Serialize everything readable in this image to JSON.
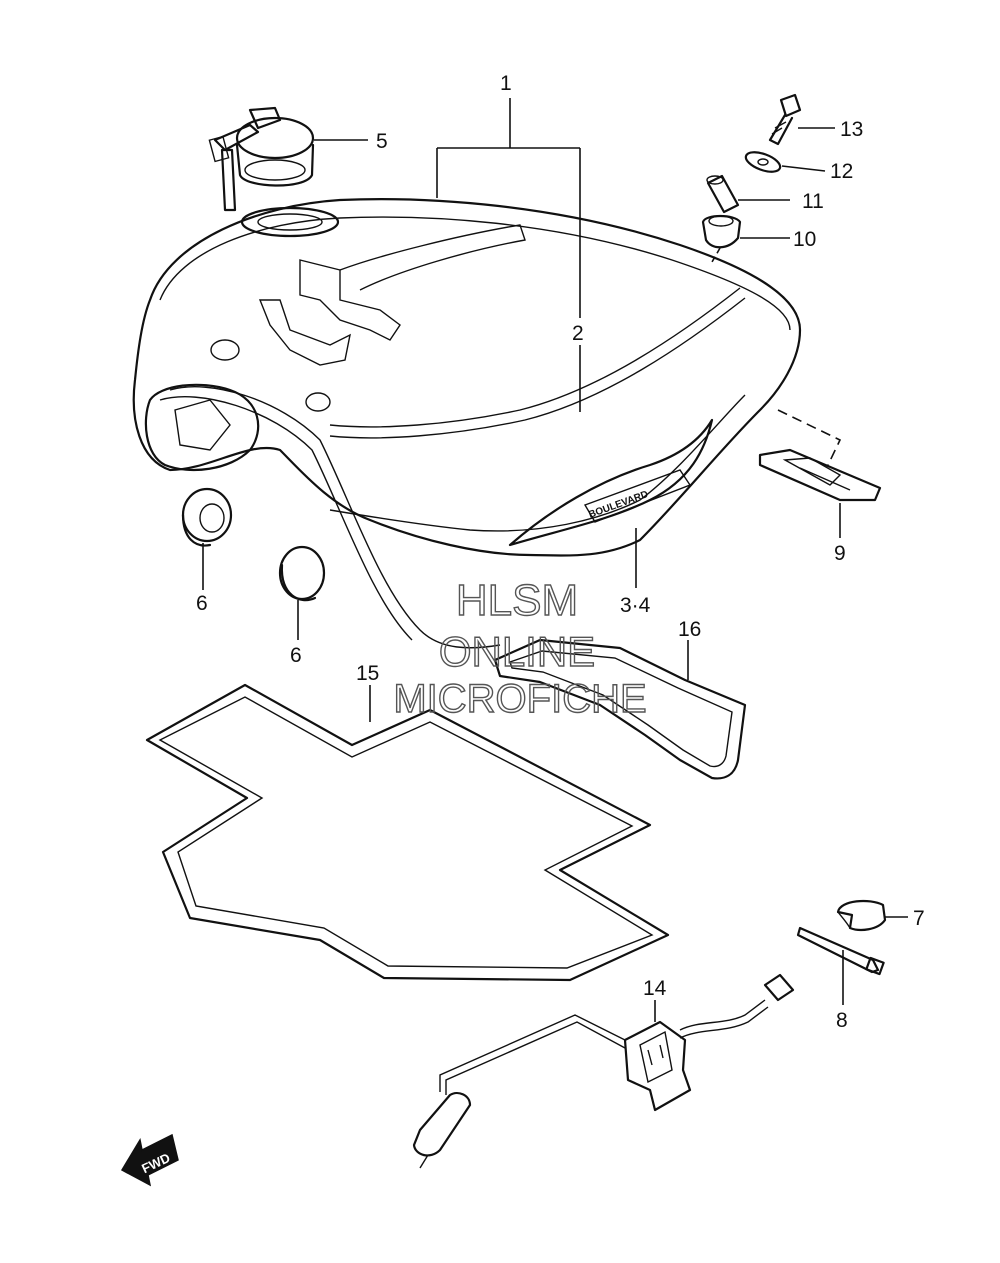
{
  "callouts": {
    "c1": "1",
    "c2": "2",
    "c34": "3·4",
    "c5": "5",
    "c6a": "6",
    "c6b": "6",
    "c7": "7",
    "c8": "8",
    "c9": "9",
    "c10": "10",
    "c11": "11",
    "c12": "12",
    "c13": "13",
    "c14": "14",
    "c15": "15",
    "c16": "16"
  },
  "watermark": {
    "line1": "HLSM",
    "line2": "ONLINE",
    "line3": "MICROFICHE"
  },
  "direction_marker": "FWD",
  "emblem_text": "BOULEVARD",
  "colors": {
    "stroke": "#111111",
    "background": "#ffffff",
    "watermark": "#555555"
  }
}
